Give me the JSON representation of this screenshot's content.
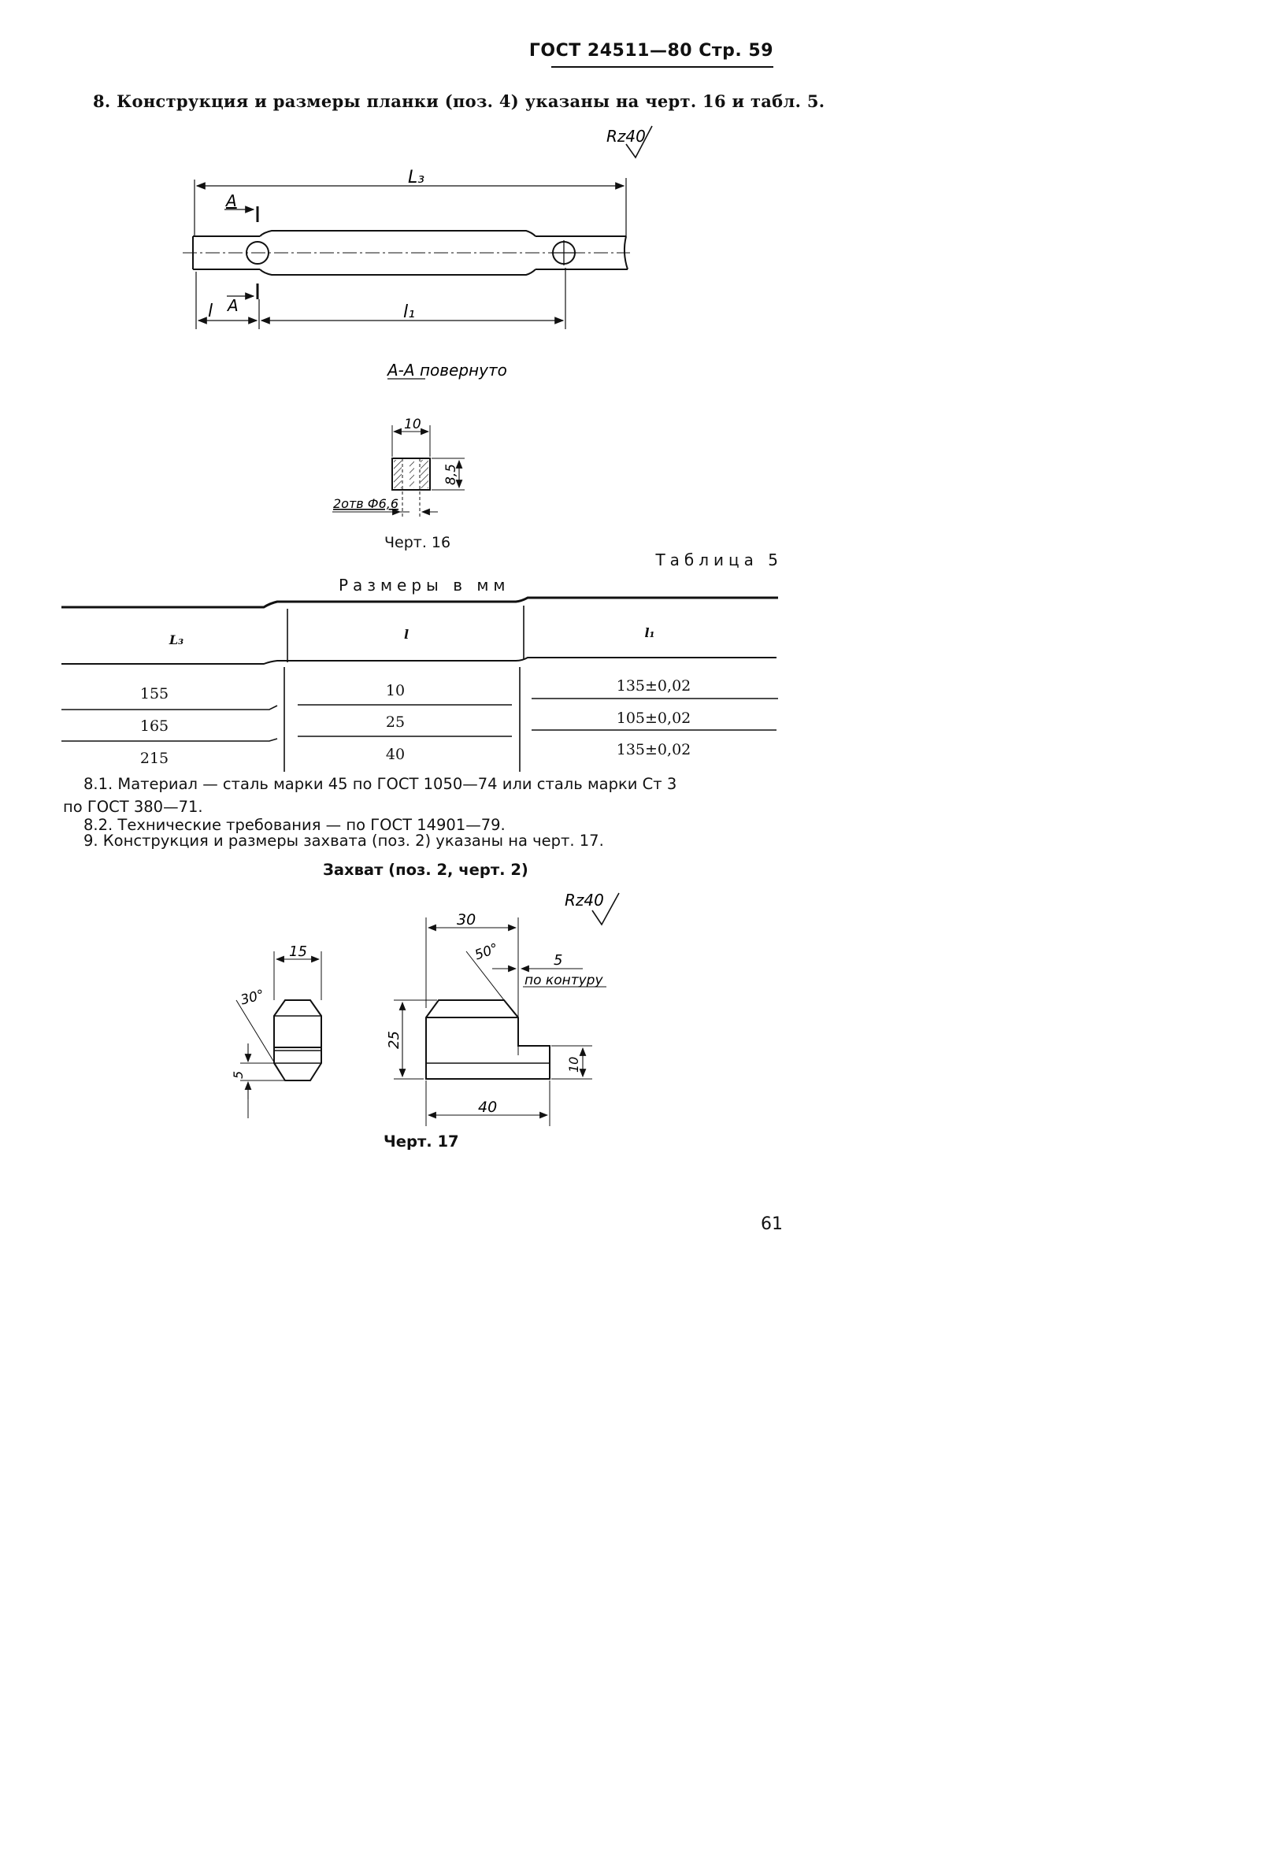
{
  "header": {
    "running_title": "ГОСТ 24511—80 Стр. 59"
  },
  "section8": {
    "text": "8. Конструкция и размеры планки (поз. 4) указаны на черт. 16 и табл. 5."
  },
  "drawing16": {
    "roughness": "Rz40",
    "dim_L3": "L₃",
    "dim_l": "l",
    "dim_l1": "l₁",
    "section_mark": "A",
    "section_title": "А-А повернуто",
    "dim_width": "10",
    "dim_height": "8,5",
    "hole_note": "2отв Ф6,6",
    "caption": "Черт. 16"
  },
  "table5": {
    "label": "Таблица 5",
    "subtitle": "Размеры в мм",
    "headers": [
      "L₃",
      "l",
      "l₁"
    ],
    "rows": [
      [
        "155",
        "10",
        "135±0,02"
      ],
      [
        "165",
        "25",
        "105±0,02"
      ],
      [
        "215",
        "40",
        "135±0,02"
      ]
    ]
  },
  "paragraphs": {
    "p81_line1": "8.1. Материал — сталь марки 45 по ГОСТ 1050—74 или сталь марки Ст 3",
    "p81_line2": "по ГОСТ 380—71.",
    "p82": "8.2. Технические требования — по ГОСТ 14901—79.",
    "p9": "9. Конструкция и размеры захвата (поз. 2) указаны на черт. 17."
  },
  "drawing17": {
    "title": "Захват (поз. 2, черт. 2)",
    "roughness": "Rz40",
    "dim_15": "15",
    "angle_30": "30°",
    "dim_5_left": "5",
    "dim_30": "30",
    "angle_50": "50°",
    "dim_5_right": "5",
    "contour_note": "по контуру",
    "dim_25": "25",
    "dim_10": "10",
    "dim_40": "40",
    "caption": "Черт. 17"
  },
  "footer": {
    "page_number": "61"
  }
}
